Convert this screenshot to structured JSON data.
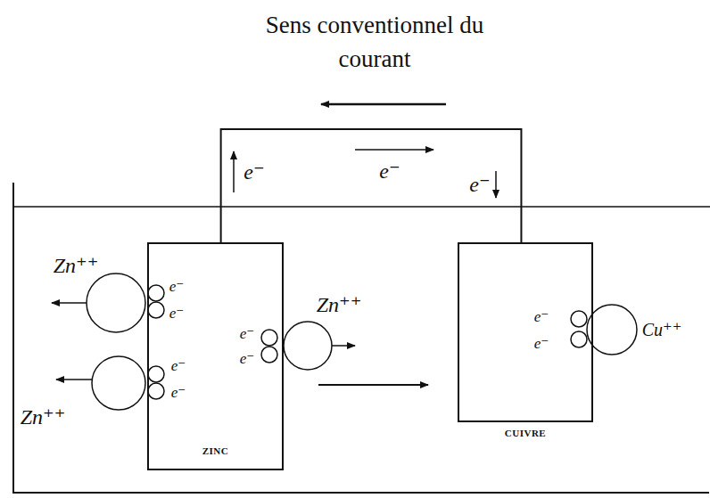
{
  "diagram": {
    "nodes": [
      {
        "text": [
          "ZINC"
        ]
      },
      {
        "text": [
          "CUIVRE"
        ]
      }
    ],
    "edges": [
      {
        "from": 0,
        "to": 1,
        "arrow": "none"
      }
    ],
    "labels": [
      "Sens conventionnel du courant",
      "e⁻",
      "e⁻",
      "e⁻",
      "Zn⁺⁺",
      "e⁻",
      "e⁻",
      "Zn⁺⁺",
      "e⁻",
      "e⁻",
      "Zn⁺⁺",
      "e⁻",
      "e⁻",
      "e⁻",
      "e⁻",
      "Cu⁺⁺"
    ]
  }
}
